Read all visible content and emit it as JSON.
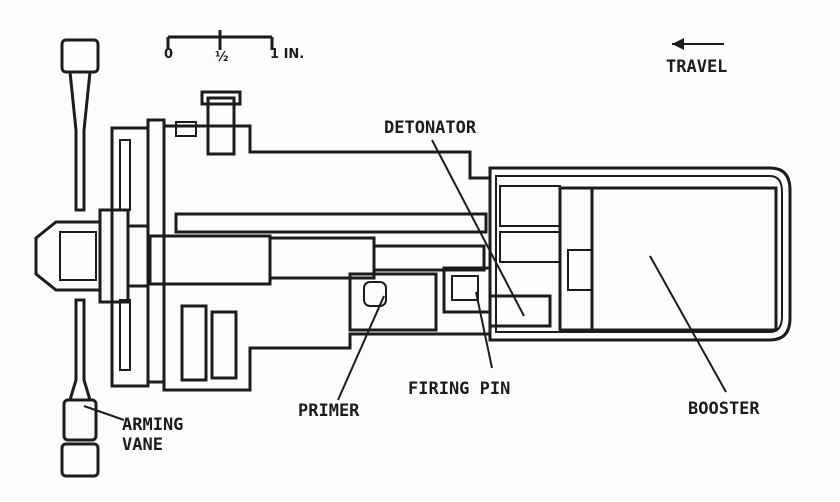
{
  "scale": {
    "ticks": [
      "0",
      "½",
      "1 IN."
    ]
  },
  "direction": {
    "label": "TRAVEL"
  },
  "labels": {
    "detonator": "DETONATOR",
    "arming_vane_line1": "ARMING",
    "arming_vane_line2": "VANE",
    "primer": "PRIMER",
    "firing_pin": "FIRING PIN",
    "booster": "BOOSTER"
  }
}
